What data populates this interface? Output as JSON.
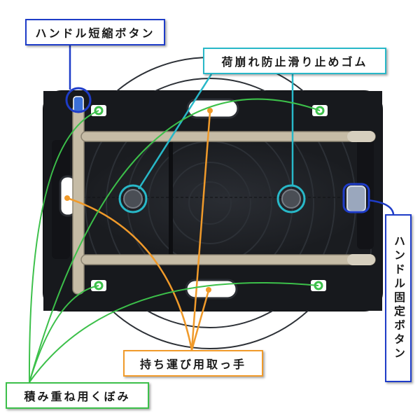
{
  "labels": {
    "handle_shorten_button": "ハンドル短縮ボタン",
    "anti_slip_rubber": "荷崩れ防止滑り止めゴム",
    "handle_fixed_button": "ハンドル固定ボタン",
    "carry_handles": "持ち運び用取っ手",
    "stacking_recess": "積み重ね用くぼみ"
  },
  "colors": {
    "handle_shorten_button": "#1e3cc8",
    "anti_slip_rubber": "#28b8c8",
    "handle_fixed_button": "#1e3cc8",
    "carry_handles": "#f09a2a",
    "stacking_recess": "#3cc04a",
    "cart_body": "#16181c",
    "cart_frame": "#c6bca6"
  }
}
